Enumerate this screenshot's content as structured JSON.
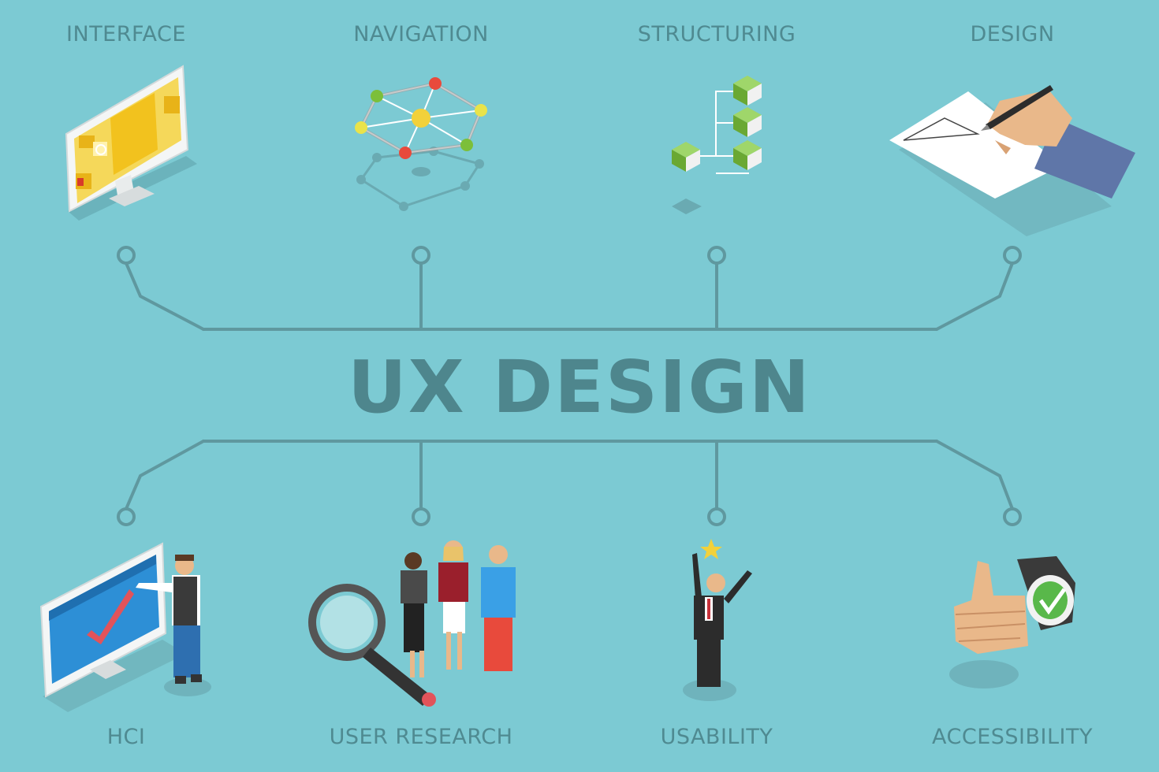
{
  "title": "UX DESIGN",
  "top_topics": [
    {
      "label": "INTERFACE",
      "icon": "monitor-interface-icon"
    },
    {
      "label": "NAVIGATION",
      "icon": "network-graph-icon"
    },
    {
      "label": "STRUCTURING",
      "icon": "cube-tree-icon"
    },
    {
      "label": "DESIGN",
      "icon": "hand-drawing-icon"
    }
  ],
  "bottom_topics": [
    {
      "label": "HCI",
      "icon": "man-with-monitor-icon"
    },
    {
      "label": "USER RESEARCH",
      "icon": "magnifier-people-icon"
    },
    {
      "label": "USABILITY",
      "icon": "man-reaching-star-icon"
    },
    {
      "label": "ACCESSIBILITY",
      "icon": "thumbs-up-check-icon"
    }
  ],
  "colors": {
    "background": "#7ccad3",
    "connector": "#5f989f",
    "text": "#4f8a91",
    "accent_yellow": "#f2d13a",
    "accent_green": "#7cbf3a"
  }
}
